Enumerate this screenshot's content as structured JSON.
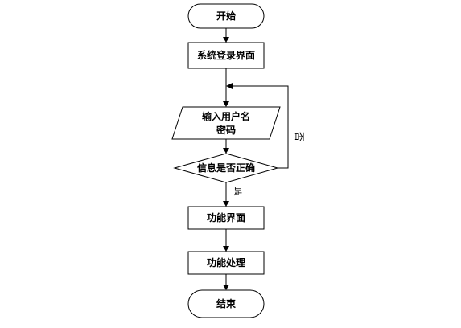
{
  "flowchart": {
    "start": {
      "label": "开始"
    },
    "login_page": {
      "label": "系统登录界面"
    },
    "input": {
      "line1": "输入用户名",
      "line2": "密码"
    },
    "decision": {
      "label": "信息是否正确"
    },
    "function_page": {
      "label": "功能界面"
    },
    "function_process": {
      "label": "功能处理"
    },
    "end": {
      "label": "结束"
    },
    "edges": {
      "yes_label": "是",
      "no_label": "否"
    }
  }
}
